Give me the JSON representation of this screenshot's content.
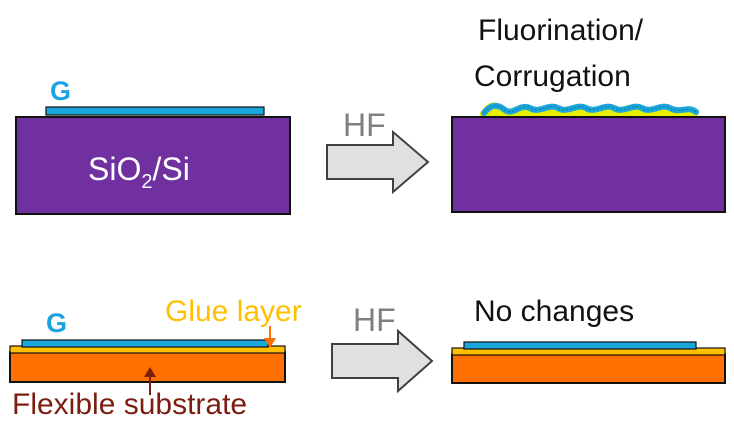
{
  "labels": {
    "g_top": "G",
    "substrate_si": "SiO",
    "substrate_sub": "2",
    "substrate_rest": "/Si",
    "hf_top": "HF",
    "result_top_line1": "Fluorination/",
    "result_top_line2": "Corrugation",
    "g_bottom": "G",
    "glue_layer": "Glue layer",
    "hf_bottom": "HF",
    "result_bottom": "No changes",
    "flexible_substrate": "Flexible substrate"
  },
  "colors": {
    "silicon": "#7030a0",
    "graphene": "#1aa7dc",
    "g_label": "#1ba3e0",
    "glue_label": "#ffc000",
    "glue_layer": "#ffc000",
    "flexible_substrate": "#ff7000",
    "flex_label": "#7b1e12",
    "fluorine_edge": "#e6f000",
    "hf_text": "#7f7f7f",
    "arrow_fill": "#e0e0e0",
    "arrow_stroke": "#404040",
    "text_dark": "#111111"
  }
}
